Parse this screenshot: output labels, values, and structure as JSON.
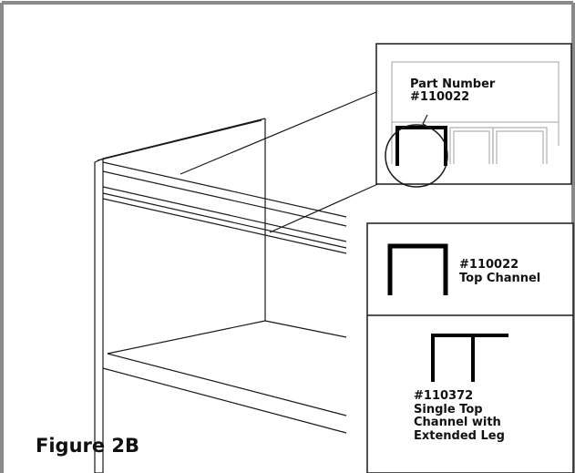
{
  "callout": {
    "part_number_line1": "Part Number",
    "part_number_line2": "#110022"
  },
  "legend": {
    "top_channel": {
      "part_no": "#110022",
      "name": "Top Channel",
      "icon": "top-channel-profile"
    },
    "extended_leg": {
      "part_no": "#110372",
      "name_line1": "Single Top",
      "name_line2": "Channel with",
      "name_line3": "Extended Leg",
      "icon": "extended-leg-channel-profile"
    }
  },
  "figure": {
    "title": "Figure 2B"
  },
  "colors": {
    "frame_border": "#8a8a8a",
    "line": "#1a1a1a",
    "light_line": "#b0b0b0"
  }
}
